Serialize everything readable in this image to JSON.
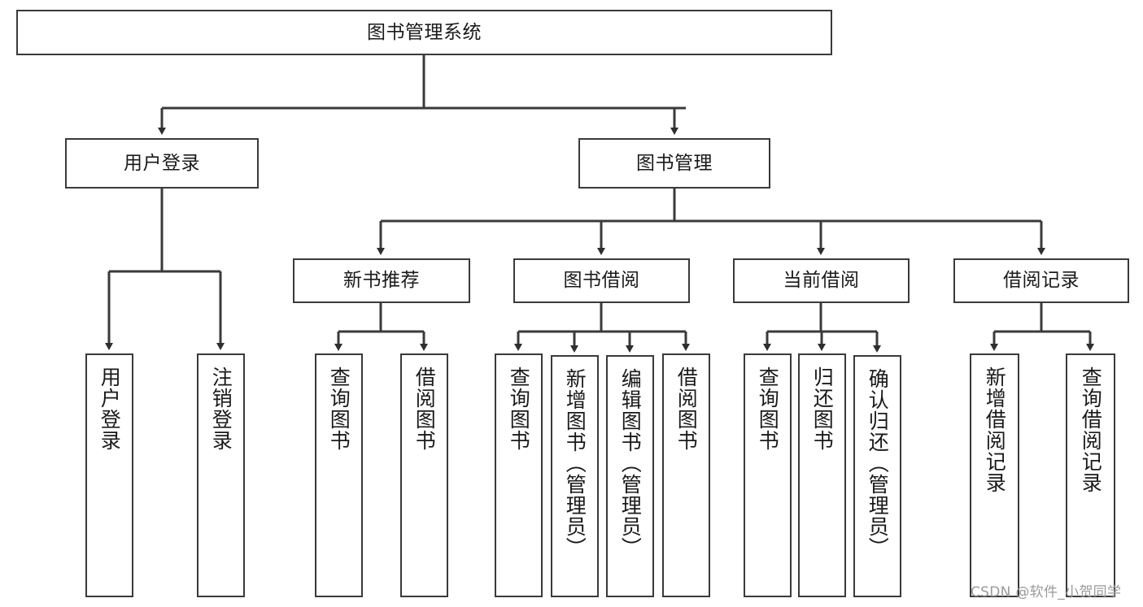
{
  "diagram": {
    "title_node": {
      "label": "图书管理系统"
    },
    "level2": [
      {
        "id": "user-login",
        "label": "用户登录"
      },
      {
        "id": "book-manage",
        "label": "图书管理"
      }
    ],
    "level3": [
      {
        "id": "new-book-recommend",
        "label": "新书推荐"
      },
      {
        "id": "book-borrow",
        "label": "图书借阅"
      },
      {
        "id": "current-borrow",
        "label": "当前借阅"
      },
      {
        "id": "borrow-record",
        "label": "借阅记录"
      }
    ],
    "leaves": {
      "user_login": [
        {
          "id": "leaf-user-login",
          "label": "用户登录"
        },
        {
          "id": "leaf-logout-login",
          "label": "注销登录"
        }
      ],
      "new_book_recommend": [
        {
          "id": "leaf-query-book-1",
          "label": "查询图书"
        },
        {
          "id": "leaf-borrow-book-1",
          "label": "借阅图书"
        }
      ],
      "book_borrow": [
        {
          "id": "leaf-query-book-2",
          "label": "查询图书"
        },
        {
          "id": "leaf-add-book",
          "label": "新增图书（管理员）"
        },
        {
          "id": "leaf-edit-book",
          "label": "编辑图书（管理员）"
        },
        {
          "id": "leaf-borrow-book-2",
          "label": "借阅图书"
        }
      ],
      "current_borrow": [
        {
          "id": "leaf-query-book-3",
          "label": "查询图书"
        },
        {
          "id": "leaf-return-book",
          "label": "归还图书"
        },
        {
          "id": "leaf-confirm-return",
          "label": "确认归还（管理员）"
        }
      ],
      "borrow_record": [
        {
          "id": "leaf-add-record",
          "label": "新增借阅记录"
        },
        {
          "id": "leaf-query-record",
          "label": "查询借阅记录"
        }
      ]
    },
    "watermark": "CSDN @软件_小贺同学",
    "colors": {
      "stroke": "#3a3a3a",
      "background": "#ffffff",
      "text": "#1a1a1a",
      "watermark": "#9a9a9a"
    }
  }
}
